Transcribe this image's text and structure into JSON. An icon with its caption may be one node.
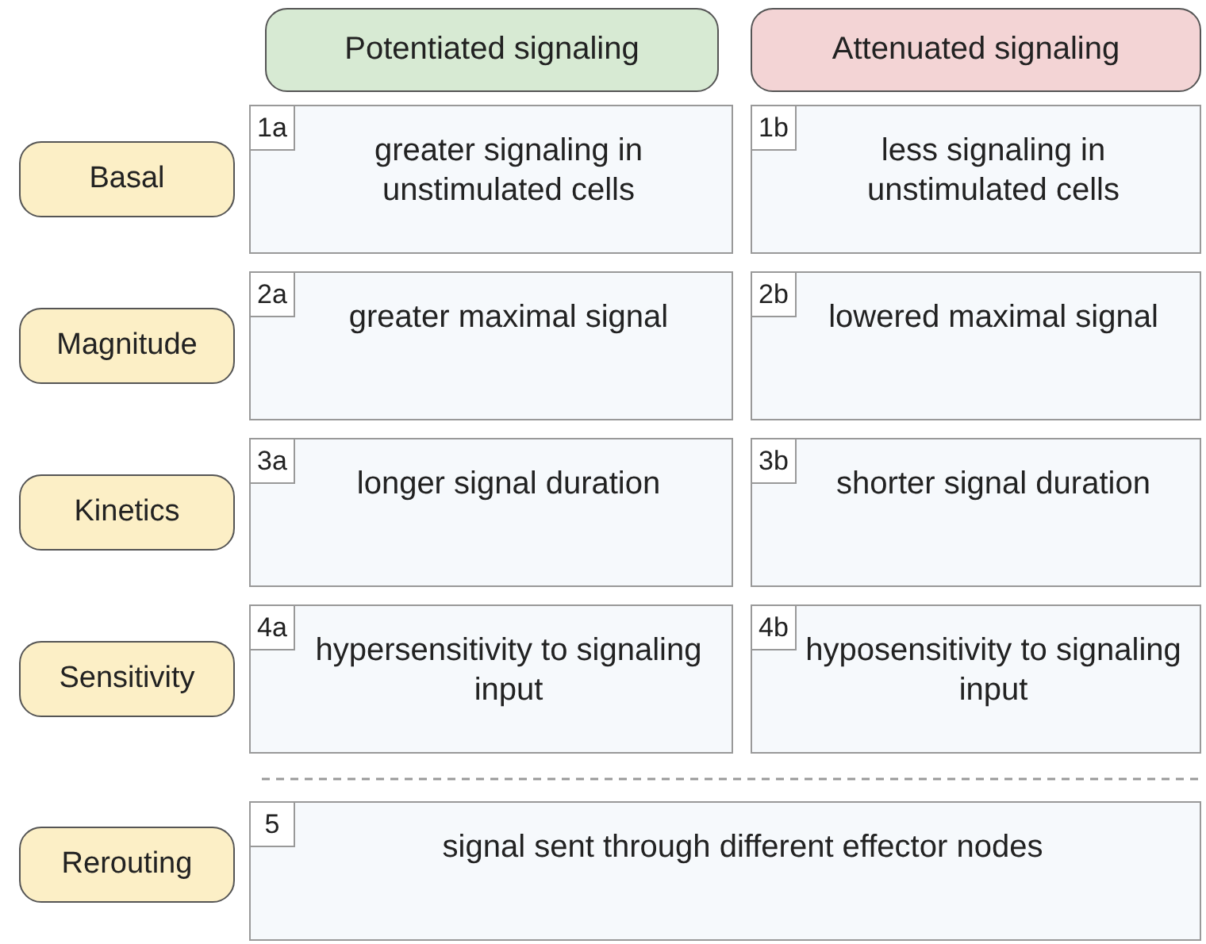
{
  "diagram": {
    "nodes": [
      {
        "text": [
          "Potentiated signaling"
        ]
      },
      {
        "text": [
          "Attenuated signaling"
        ]
      },
      {
        "text": [
          "Basal"
        ]
      },
      {
        "text": [
          "1a",
          "greater signaling in unstimulated cells"
        ]
      },
      {
        "text": [
          "1b",
          "less signaling in unstimulated cells"
        ]
      },
      {
        "text": [
          "Magnitude"
        ]
      },
      {
        "text": [
          "2a",
          "greater maximal signal"
        ]
      },
      {
        "text": [
          "2b",
          "lowered maximal signal"
        ]
      },
      {
        "text": [
          "Kinetics"
        ]
      },
      {
        "text": [
          "3a",
          "longer signal duration"
        ]
      },
      {
        "text": [
          "3b",
          "shorter signal duration"
        ]
      },
      {
        "text": [
          "Sensitivity"
        ]
      },
      {
        "text": [
          "4a",
          "hypersensitivity to signaling input"
        ]
      },
      {
        "text": [
          "4b",
          "hyposensitivity to signaling input"
        ]
      },
      {
        "text": [
          "Rerouting"
        ]
      },
      {
        "text": [
          "5",
          "signal sent through different effector nodes"
        ]
      }
    ]
  }
}
